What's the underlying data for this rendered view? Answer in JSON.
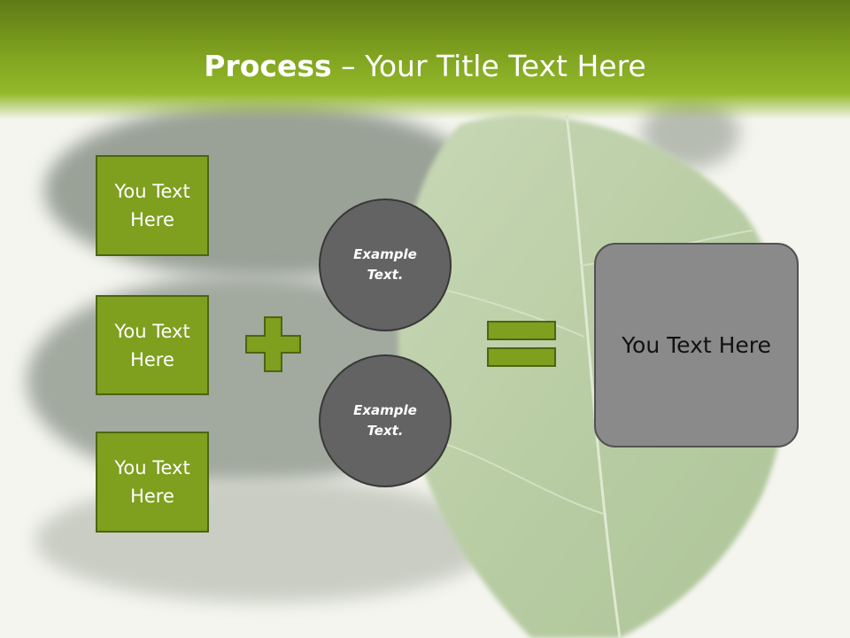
{
  "title": {
    "bold": "Process",
    "rest": " – Your Title Text Here"
  },
  "left_boxes": [
    {
      "label": "You Text Here"
    },
    {
      "label": "You Text Here"
    },
    {
      "label": "You Text Here"
    }
  ],
  "operators": {
    "plus": "plus-icon",
    "equals": "equals-icon"
  },
  "circles": [
    {
      "label": "Example Text."
    },
    {
      "label": "Example Text."
    }
  ],
  "result": {
    "label": "You Text Here"
  },
  "colors": {
    "header_green": "#7fa21f",
    "box_green": "#7f9f1e",
    "circle_gray": "#636363",
    "result_gray": "#8a8a8a"
  }
}
